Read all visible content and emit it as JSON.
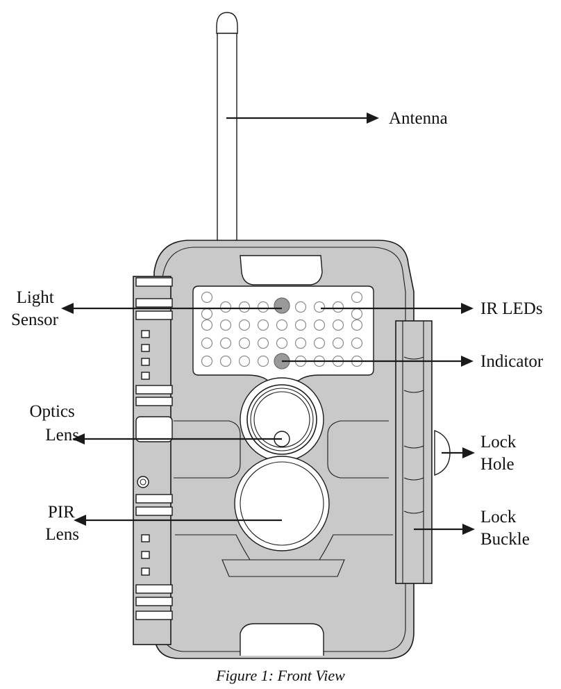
{
  "callouts": {
    "antenna": "Antenna",
    "light_sensor": [
      "Light",
      "Sensor"
    ],
    "ir_leds": "IR LEDs",
    "indicator": "Indicator",
    "optics_lens": [
      "Optics",
      "Lens"
    ],
    "lock_hole": [
      "Lock",
      "Hole"
    ],
    "pir_lens": [
      "PIR",
      "Lens"
    ],
    "lock_buckle": [
      "Lock",
      "Buckle"
    ]
  },
  "caption": "Figure 1: Front View",
  "colors": {
    "line": "#1a1a1a",
    "body_fill": "#c9c9c9",
    "led_highlight": "#9a9a9a"
  }
}
